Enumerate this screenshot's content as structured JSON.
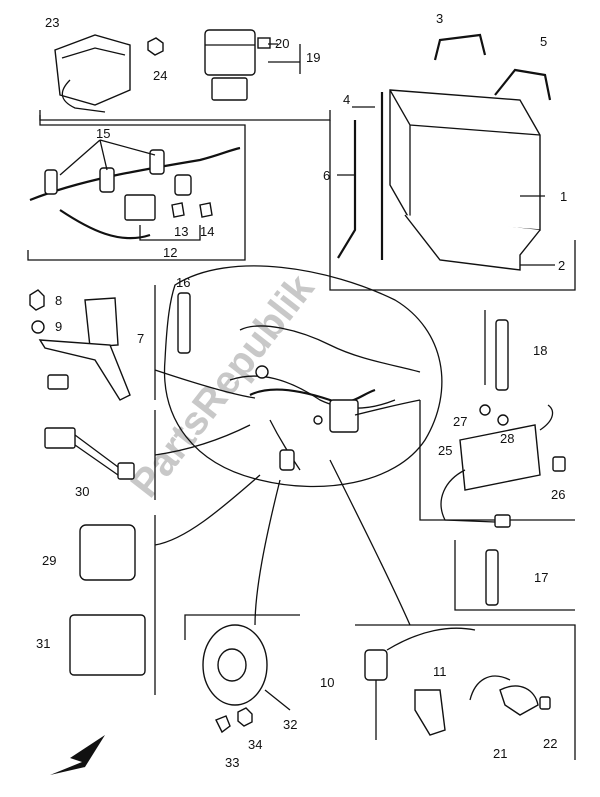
{
  "watermark": "PartsRepublik",
  "labels": {
    "p1": "1",
    "p2": "2",
    "p3": "3",
    "p4": "4",
    "p5": "5",
    "p6": "6",
    "p7": "7",
    "p8": "8",
    "p9": "9",
    "p10": "10",
    "p11": "11",
    "p12": "12",
    "p13": "13",
    "p14": "14",
    "p15": "15",
    "p16": "16",
    "p17": "17",
    "p18": "18",
    "p19": "19",
    "p20": "20",
    "p21": "21",
    "p22": "22",
    "p23": "23",
    "p24": "24",
    "p25": "25",
    "p26": "26",
    "p27": "27",
    "p28": "28",
    "p29": "29",
    "p30": "30",
    "p31": "31",
    "p32": "32",
    "p33": "33",
    "p34": "34"
  },
  "colors": {
    "line": "#111111",
    "background": "#ffffff",
    "watermark": "#c8c8c8"
  },
  "icons": {
    "direction_arrow": "arrow-down-left-icon"
  }
}
